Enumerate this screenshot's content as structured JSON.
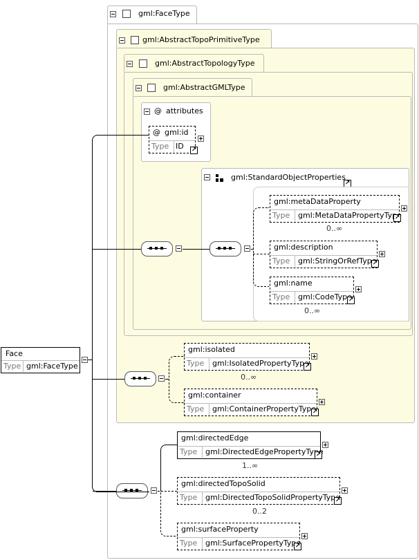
{
  "root": {
    "name": "Face",
    "type_label": "Type",
    "type_value": "gml:FaceType"
  },
  "types": {
    "face_type": "gml:FaceType",
    "abstract_topo_primitive": "gml:AbstractTopoPrimitiveType",
    "abstract_topology": "gml:AbstractTopologyType",
    "abstract_gml": "gml:AbstractGMLType"
  },
  "attributes": {
    "title": "attributes",
    "at_symbol": "@",
    "id_name": "gml:id",
    "id_type_label": "Type",
    "id_type_value": "ID"
  },
  "standard_props": {
    "title": "gml:StandardObjectProperties",
    "items": [
      {
        "name": "gml:metaDataProperty",
        "type_label": "Type",
        "type_value": "gml:MetaDataPropertyType",
        "cardinality": "0..∞"
      },
      {
        "name": "gml:description",
        "type_label": "Type",
        "type_value": "gml:StringOrRefType",
        "cardinality": ""
      },
      {
        "name": "gml:name",
        "type_label": "Type",
        "type_value": "gml:CodeType",
        "cardinality": "0..∞"
      }
    ]
  },
  "topo_primitive_items": [
    {
      "name": "gml:isolated",
      "type_label": "Type",
      "type_value": "gml:IsolatedPropertyType",
      "cardinality": "0..∞"
    },
    {
      "name": "gml:container",
      "type_label": "Type",
      "type_value": "gml:ContainerPropertyType",
      "cardinality": ""
    }
  ],
  "face_items": [
    {
      "name": "gml:directedEdge",
      "type_label": "Type",
      "type_value": "gml:DirectedEdgePropertyType",
      "cardinality": "1..∞"
    },
    {
      "name": "gml:directedTopoSolid",
      "type_label": "Type",
      "type_value": "gml:DirectedTopoSolidPropertyType",
      "cardinality": "0..2"
    },
    {
      "name": "gml:surfaceProperty",
      "type_label": "Type",
      "type_value": "gml:SurfacePropertyType",
      "cardinality": ""
    }
  ],
  "icons": {
    "collapse": "minus-box-icon",
    "expand": "plus-box-icon",
    "jump": "arrow-jump-icon",
    "sequence": "sequence-compositor-icon",
    "group": "group-icon"
  }
}
